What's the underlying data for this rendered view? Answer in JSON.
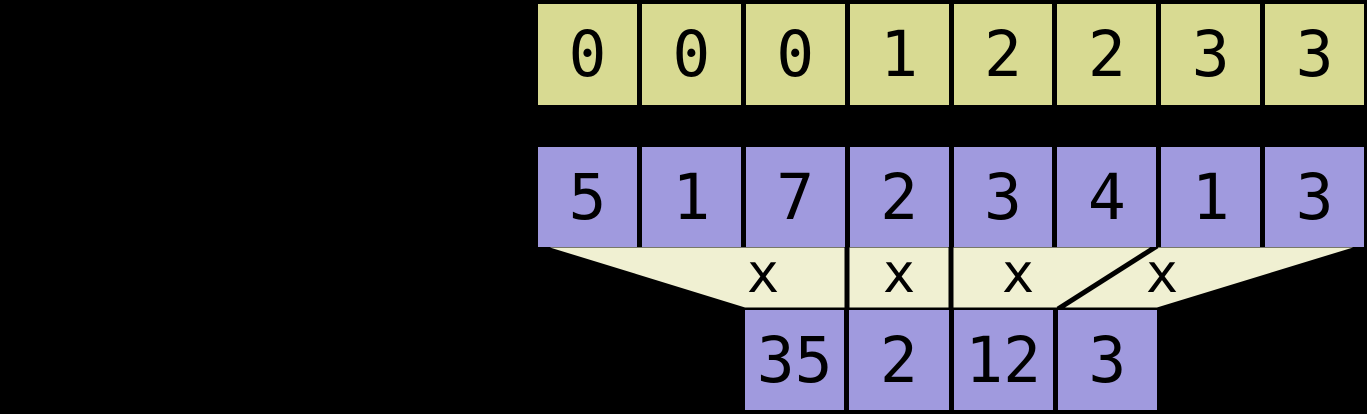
{
  "diagram": {
    "rows": {
      "top": {
        "fill_role": "group-index",
        "cells": [
          "0",
          "0",
          "0",
          "1",
          "2",
          "2",
          "3",
          "3"
        ]
      },
      "middle": {
        "fill_role": "input-values",
        "cells": [
          "5",
          "1",
          "7",
          "2",
          "3",
          "4",
          "1",
          "3"
        ]
      },
      "bottom": {
        "fill_role": "reduced-results",
        "cells": [
          "35",
          "2",
          "12",
          "3"
        ]
      }
    },
    "funnel": {
      "ops": [
        "x",
        "x",
        "x",
        "x"
      ]
    }
  },
  "colors": {
    "bg": "#000000",
    "yellow": "#d8da92",
    "purple": "#a09ade",
    "cream": "#f0f0d2",
    "line": "#000000",
    "text": "#000000"
  }
}
